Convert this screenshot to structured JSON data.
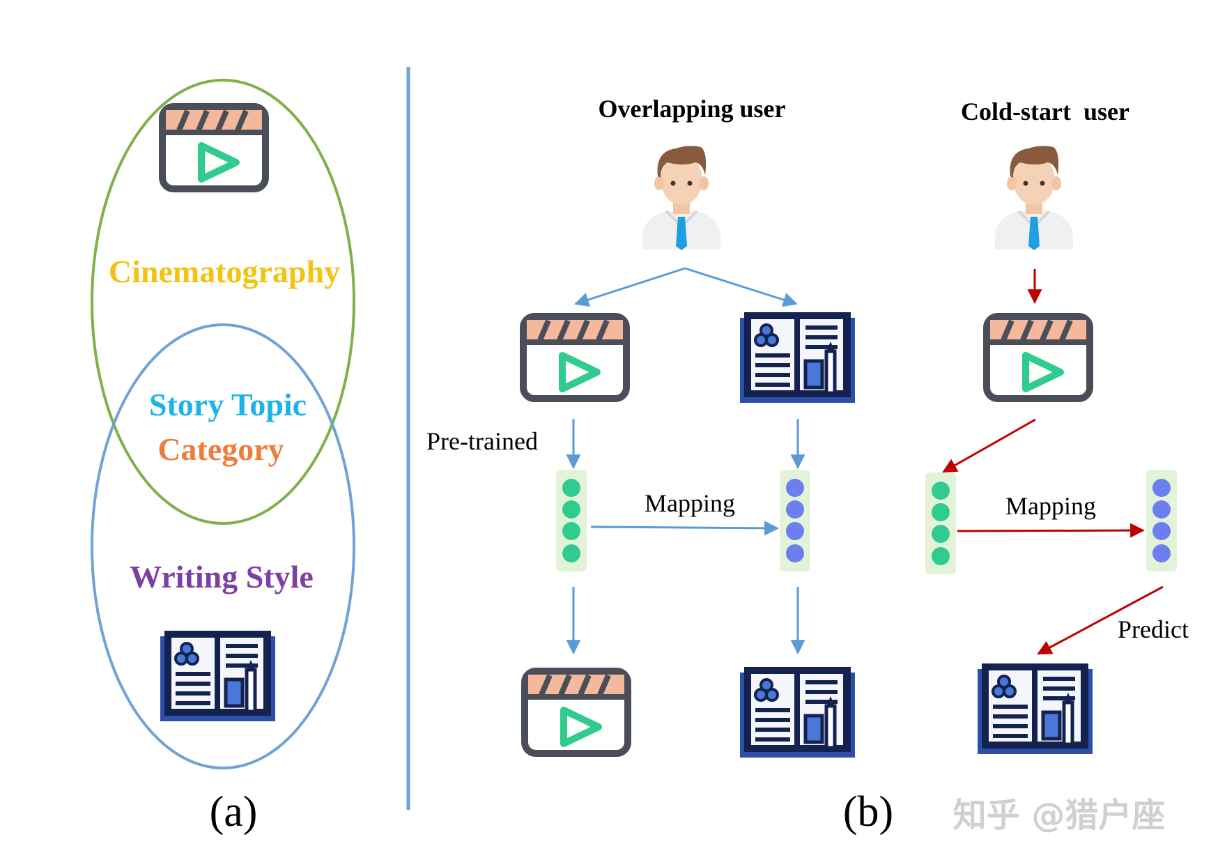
{
  "panel_a": {
    "label": "(a)",
    "words": {
      "cinematography": "Cinematography",
      "story_topic": "Story Topic",
      "category": "Category",
      "writing_style": "Writing Style"
    },
    "colors": {
      "movie_ellipse": "#7fb04a",
      "book_ellipse": "#6fa3d6",
      "cinematography": "#f2c313",
      "story_topic": "#1cb4e6",
      "category": "#ee7d3b",
      "writing_style": "#7d3fa3"
    }
  },
  "panel_b": {
    "label": "(b)",
    "overlapping_user": "Overlapping user",
    "cold_start_user": "Cold-start  user",
    "pretrained": "Pre-trained",
    "mapping_left": "Mapping",
    "mapping_right": "Mapping",
    "predict": "Predict",
    "colors": {
      "divider": "#6fa3d6",
      "blue_arrow": "#5b9bd5",
      "red_arrow": "#c00000",
      "embed_bg": "#e3f3d9",
      "green_dot": "#2fcb8f",
      "blue_dot": "#6b7ff0"
    }
  },
  "watermark": "知乎 @猎户座"
}
